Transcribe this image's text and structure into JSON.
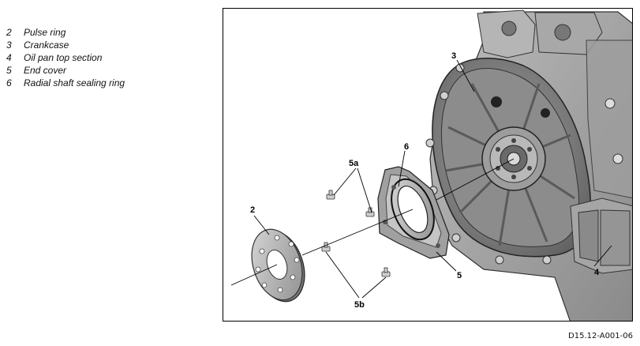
{
  "legend": [
    {
      "num": "2",
      "text": "Pulse ring"
    },
    {
      "num": "3",
      "text": "Crankcase"
    },
    {
      "num": "4",
      "text": "Oil pan top section"
    },
    {
      "num": "5",
      "text": "End cover"
    },
    {
      "num": "6",
      "text": "Radial shaft sealing ring"
    }
  ],
  "figure": {
    "callouts": {
      "c2": "2",
      "c3": "3",
      "c4": "4",
      "c5": "5",
      "c5a": "5a",
      "c5b": "5b",
      "c6": "6"
    },
    "figure_id": "D15.12-A001-06"
  }
}
